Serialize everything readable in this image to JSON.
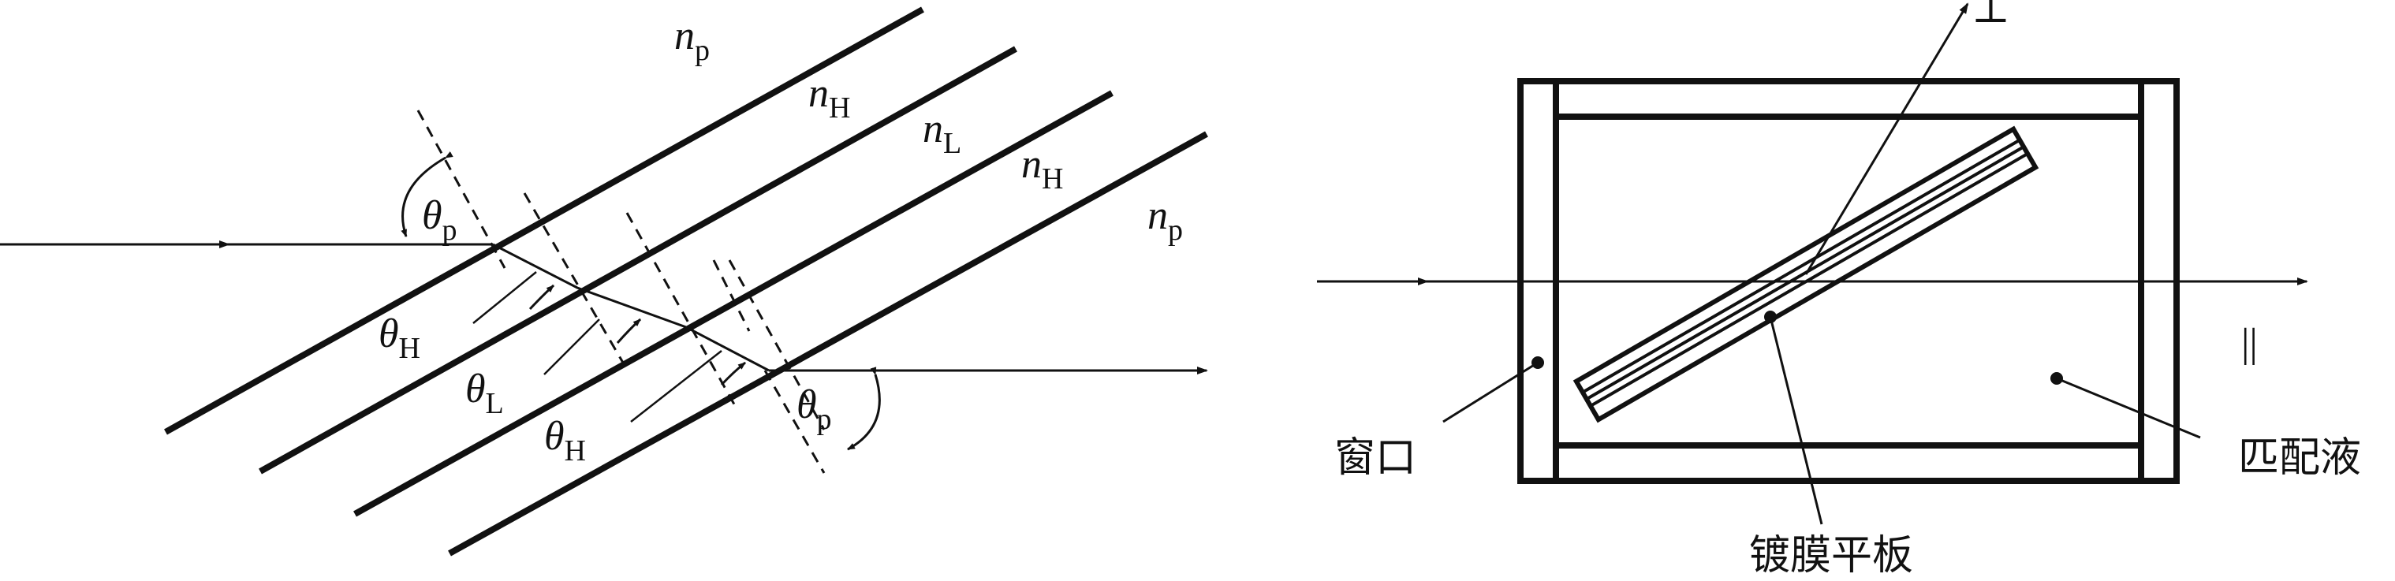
{
  "left_diagram": {
    "layer_labels": [
      {
        "sym": "n",
        "sub": "p"
      },
      {
        "sym": "n",
        "sub": "H"
      },
      {
        "sym": "n",
        "sub": "L"
      },
      {
        "sym": "n",
        "sub": "H"
      },
      {
        "sym": "n",
        "sub": "p"
      }
    ],
    "angle_labels": [
      {
        "sym": "θ",
        "sub": "p"
      },
      {
        "sym": "θ",
        "sub": "H"
      },
      {
        "sym": "θ",
        "sub": "L"
      },
      {
        "sym": "θ",
        "sub": "H"
      },
      {
        "sym": "θ",
        "sub": "p"
      }
    ]
  },
  "right_diagram": {
    "polarization_marks": {
      "perpendicular": "⊥",
      "parallel": "||"
    },
    "labels": {
      "window": "窗口",
      "coated_plate": "镀膜平板",
      "matching_liquid": "匹配液"
    }
  }
}
